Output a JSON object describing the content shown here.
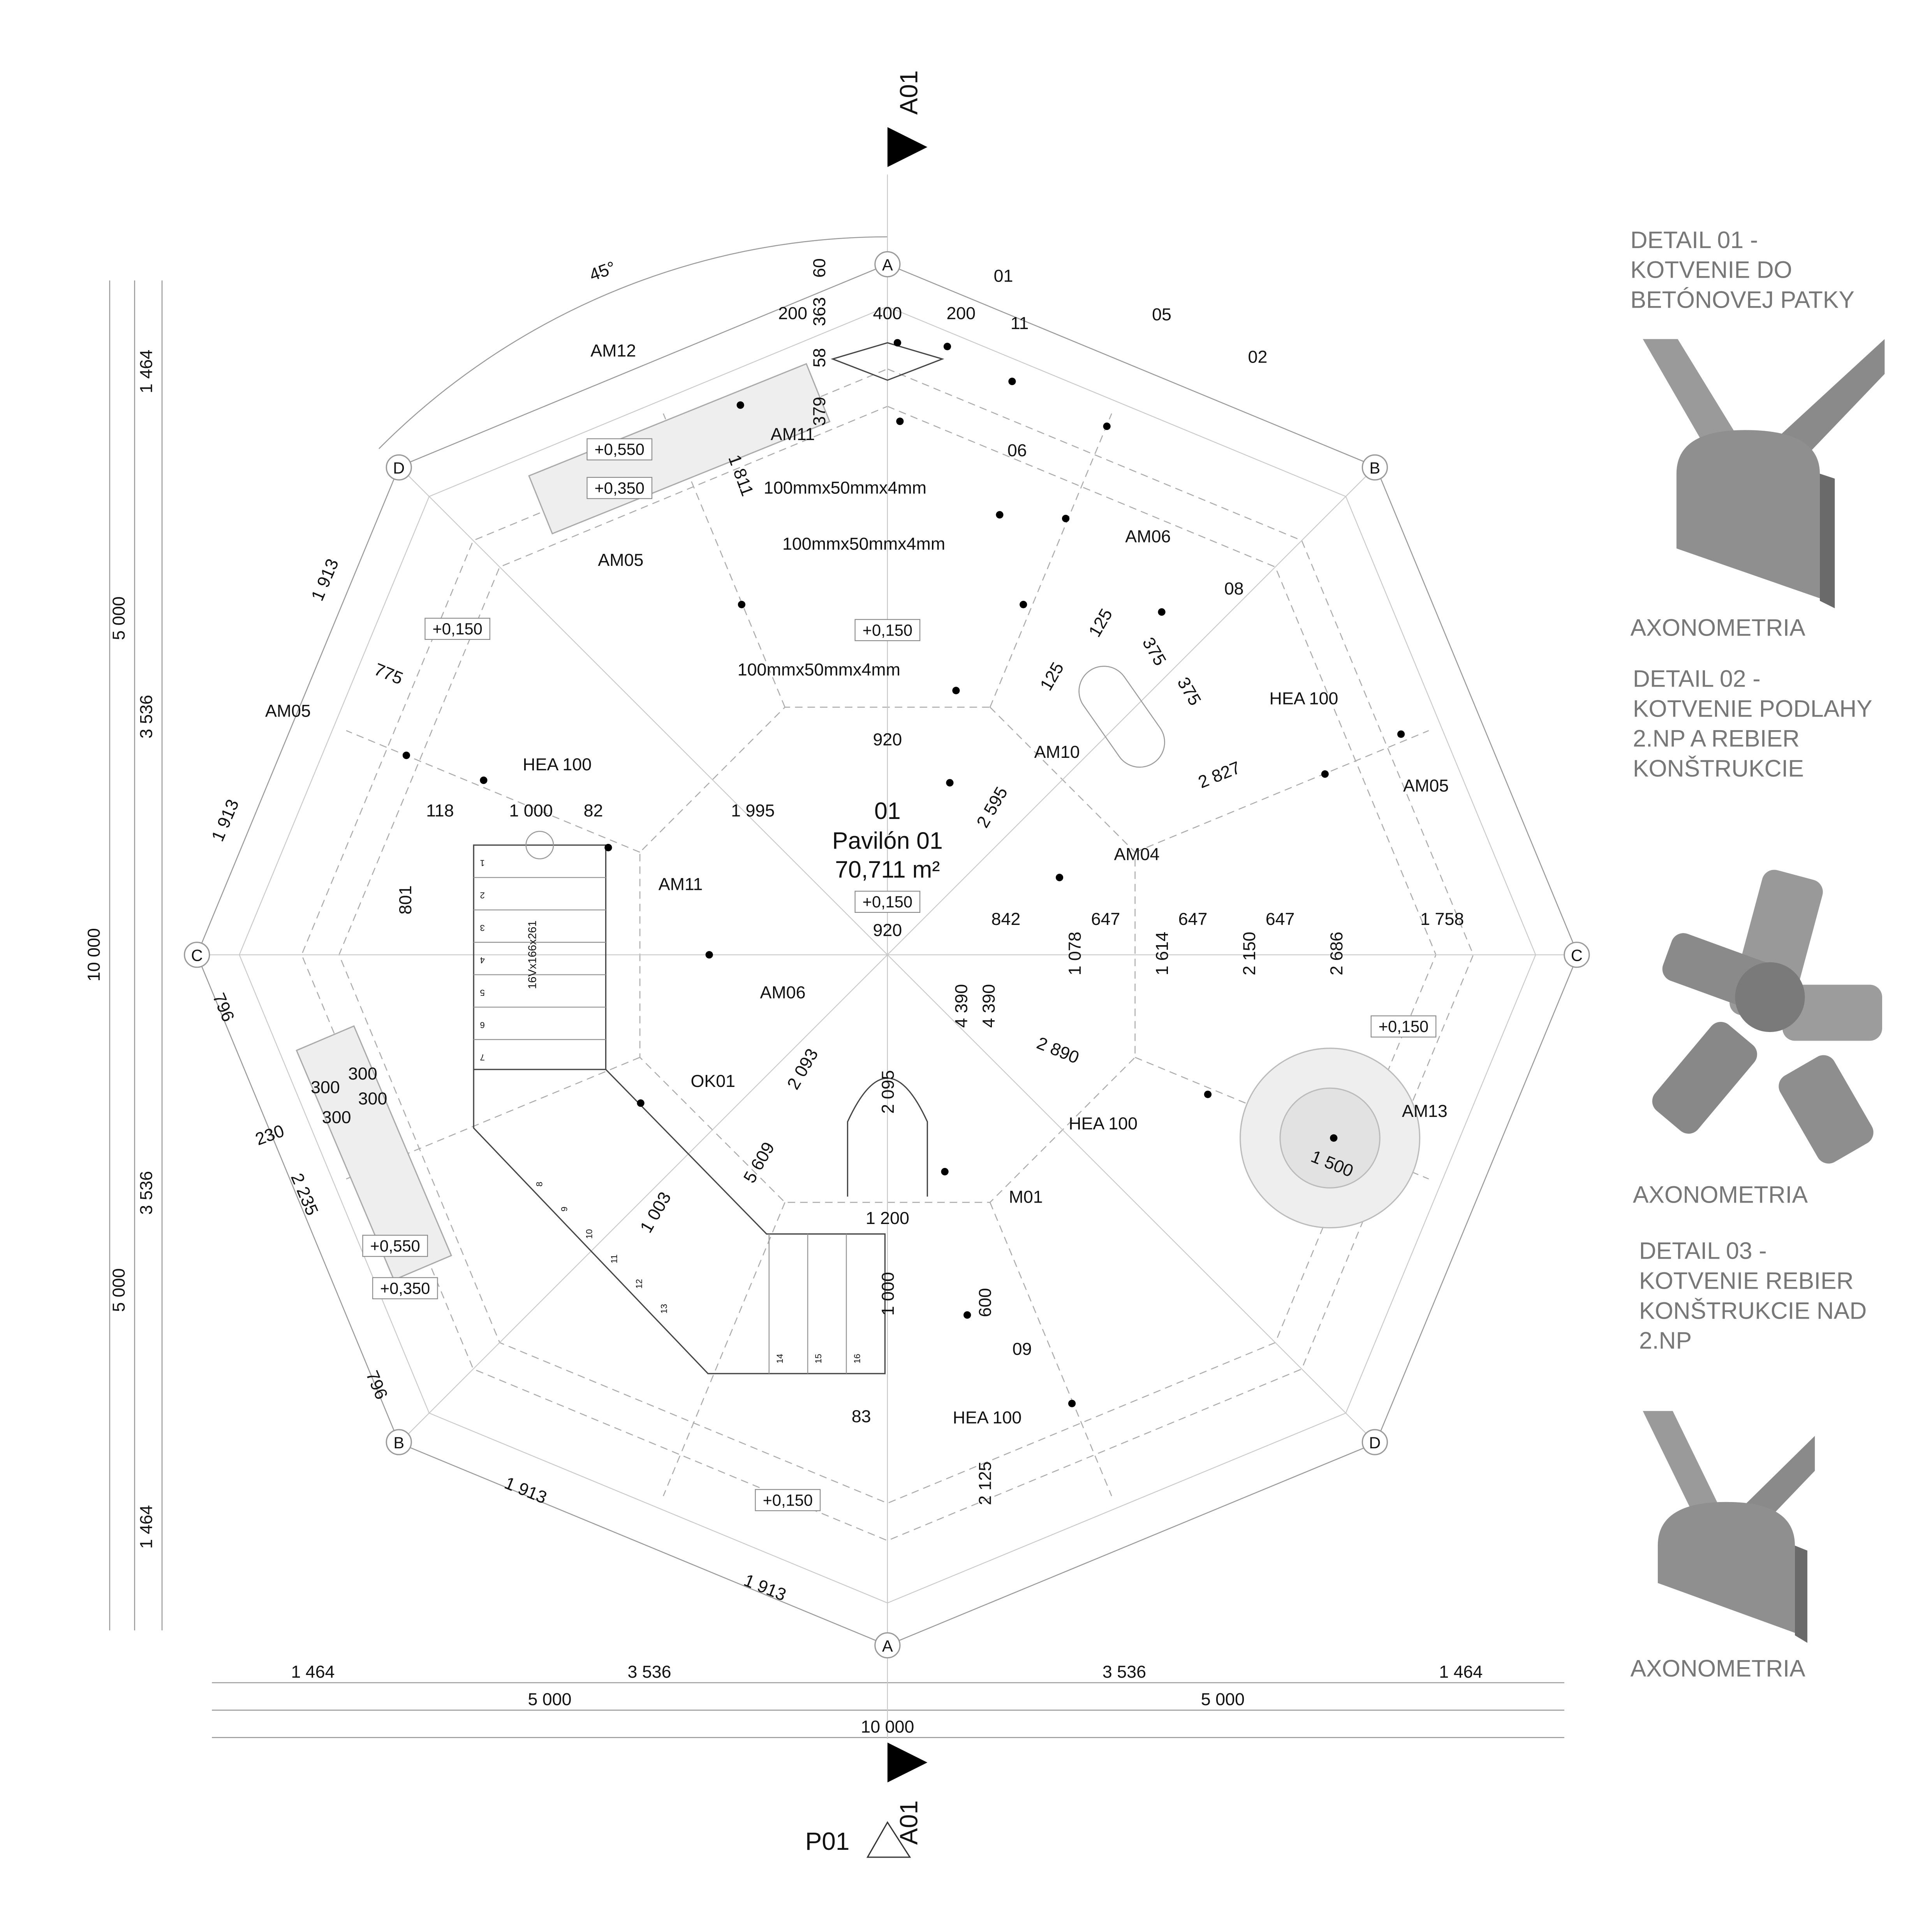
{
  "section_marks": {
    "top": "A01",
    "bottom": "A01",
    "plan_ref": "P01"
  },
  "grid_bubbles": [
    "A",
    "B",
    "C",
    "D",
    "A",
    "B",
    "C",
    "D"
  ],
  "room": {
    "number": "01",
    "name": "Pavilón 01",
    "area": "70,711 m²"
  },
  "labels": [
    "45°",
    "60",
    "363",
    "58",
    "379",
    "200",
    "400",
    "200",
    "01",
    "11",
    "05",
    "02",
    "06",
    "AM12",
    "AM11",
    "1 811",
    "100mmx50mmx4mm",
    "100mmx50mmx4mm",
    "100mmx50mmx4mm",
    "AM06",
    "08",
    "AM05",
    "125",
    "375",
    "125",
    "375",
    "HEA 100",
    "AM05",
    "2 827",
    "AM10",
    "920",
    "2 595",
    "AM05",
    "775",
    "1 913",
    "1 913",
    "HEA 100",
    "118",
    "1 000",
    "82",
    "1 995",
    "920",
    "801",
    "AM11",
    "AM04",
    "842",
    "647",
    "647",
    "647",
    "1 758",
    "1 078",
    "1 614",
    "2 150",
    "2 686",
    "10 000",
    "AM06",
    "4 390",
    "4 390",
    "796",
    "2 890",
    "2 093",
    "OK01",
    "2 095",
    "300",
    "300",
    "300",
    "300",
    "AM13",
    "HEA 100",
    "1 500",
    "230",
    "2 235",
    "5 609",
    "M01",
    "1 003",
    "1 200",
    "1 000",
    "600",
    "09",
    "796",
    "83",
    "HEA 100",
    "1 913",
    "2 125",
    "1 913",
    "1 464",
    "3 536",
    "3 536",
    "1 464",
    "5 000",
    "5 000",
    "10 000",
    "1 464",
    "5 000",
    "3 536",
    "3 536",
    "5 000",
    "1 464",
    "16Vx166x261"
  ],
  "level_tags": [
    "+0,550",
    "+0,350",
    "+0,150",
    "+0,150",
    "+0,150",
    "+0,150",
    "+0,550",
    "+0,350",
    "+0,150"
  ],
  "stair_steps": [
    "1",
    "2",
    "3",
    "4",
    "5",
    "6",
    "7",
    "8",
    "9",
    "10",
    "11",
    "12",
    "13",
    "14",
    "15",
    "16"
  ],
  "details": [
    {
      "title": [
        "DETAIL 01 -",
        "KOTVENIE DO",
        "BETÓNOVEJ PATKY"
      ],
      "caption": "AXONOMETRIA"
    },
    {
      "title": [
        "DETAIL 02 -",
        "KOTVENIE PODLAHY",
        "2.NP A REBIER",
        "KONŠTRUKCIE"
      ],
      "caption": "AXONOMETRIA"
    },
    {
      "title": [
        "DETAIL 03 -",
        "KOTVENIE REBIER",
        "KONŠTRUKCIE NAD",
        "2.NP"
      ],
      "caption": "AXONOMETRIA"
    }
  ],
  "colors": {
    "detail_text": "#777777",
    "line": "#999999",
    "ink": "#111111",
    "steel": "#a9a9a9"
  }
}
